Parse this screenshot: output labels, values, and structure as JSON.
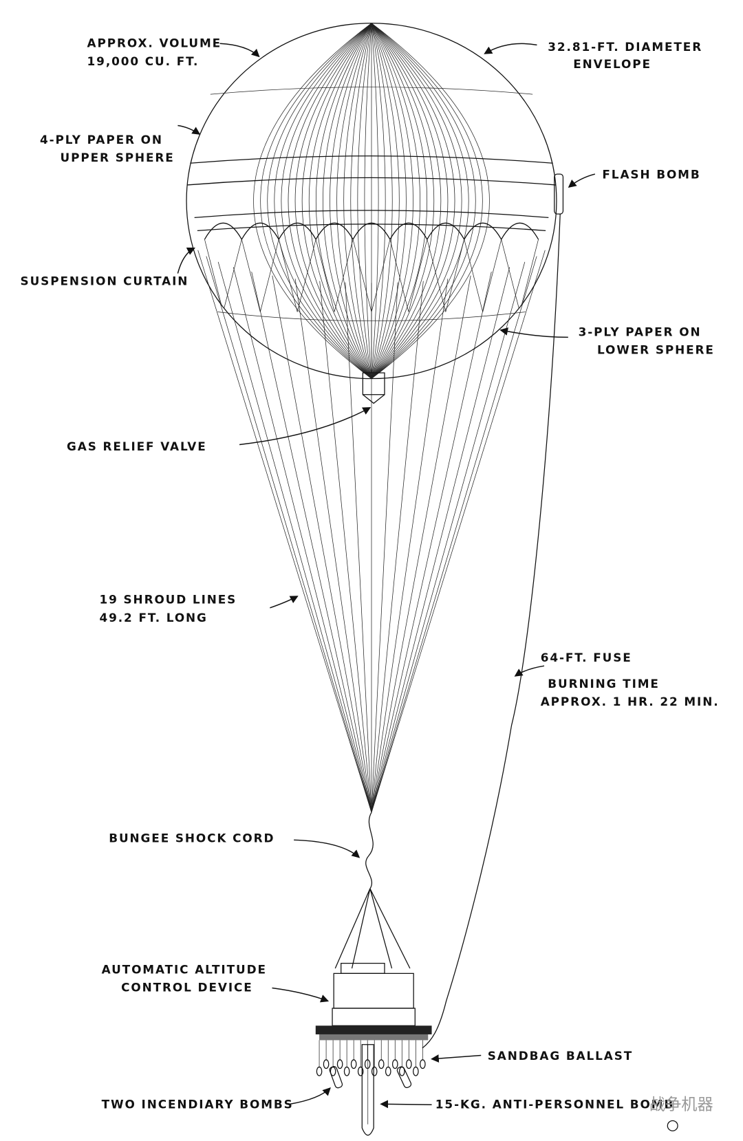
{
  "labels": {
    "volume": [
      "APPROX. VOLUME",
      "19,000 CU. FT."
    ],
    "envelope": [
      "32.81-FT. DIAMETER",
      "ENVELOPE"
    ],
    "upper_sphere": [
      "4-PLY PAPER ON",
      "UPPER SPHERE"
    ],
    "flash_bomb": "FLASH BOMB",
    "suspension_curtain": "SUSPENSION CURTAIN",
    "lower_sphere": [
      "3-PLY PAPER ON",
      "LOWER SPHERE"
    ],
    "gas_relief_valve": "GAS RELIEF VALVE",
    "shroud_lines": [
      "19 SHROUD LINES",
      "49.2 FT. LONG"
    ],
    "fuse": [
      "64-FT. FUSE",
      "BURNING TIME",
      "APPROX. 1 HR. 22 MIN."
    ],
    "bungee": "BUNGEE SHOCK CORD",
    "altitude_device": [
      "AUTOMATIC ALTITUDE",
      "CONTROL DEVICE"
    ],
    "sandbag": "SANDBAG BALLAST",
    "incendiary": "TWO INCENDIARY BOMBS",
    "anti_personnel": "15-KG. ANTI-PERSONNEL BOMB"
  },
  "watermark": "战争机器"
}
